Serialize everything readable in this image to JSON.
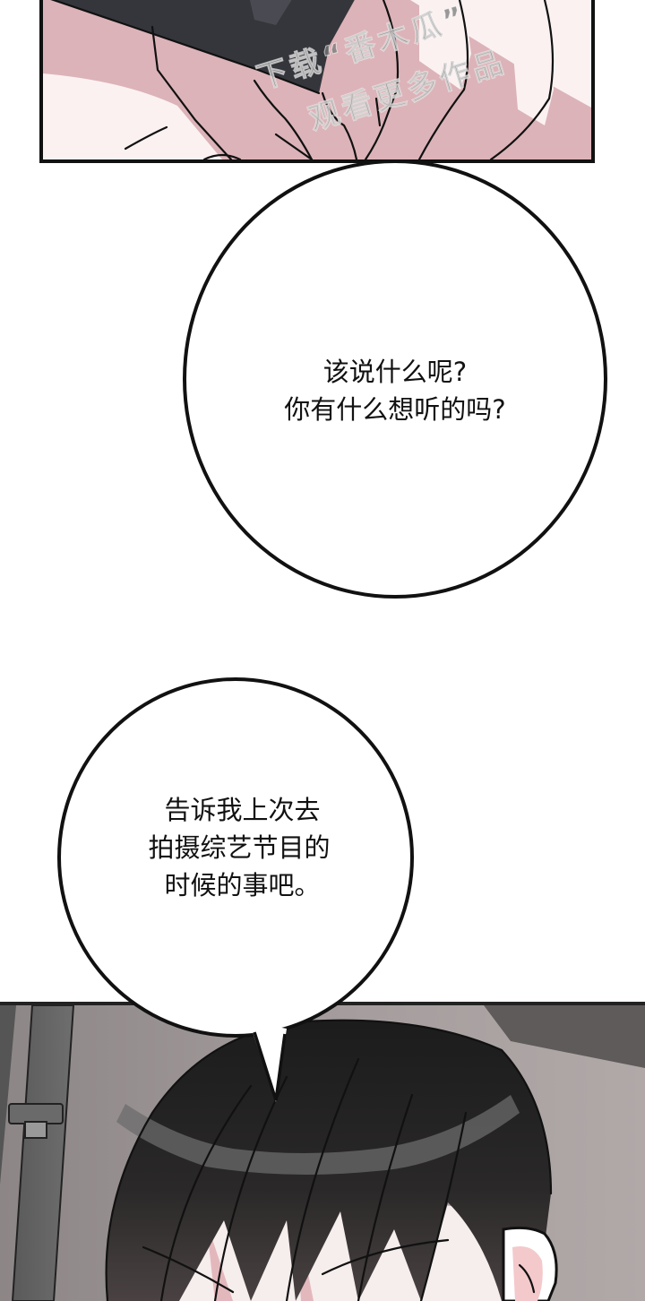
{
  "comic": {
    "panels": [
      {
        "id": "top-panel",
        "description": "pink-toned close-up of hands holding a dark phone",
        "watermark": {
          "line_1": "下载“番木瓜”",
          "line_2": "观看更多作品"
        },
        "colors": {
          "skin_light": "#fbf1f1",
          "skin_shadow": "#dcb3b8",
          "phone": "#35363c",
          "border": "#111111"
        }
      },
      {
        "id": "bottom-panel",
        "description": "grayscale close-up of dark-haired character with seatbelt visible",
        "colors": {
          "hair": "#1f1f1f",
          "background": "#8a8282",
          "ear_skin": "#f3c9cb",
          "border": "#222222"
        }
      }
    ],
    "bubbles": [
      {
        "id": "bubble-1",
        "lines": [
          "该说什么呢?",
          "你有什么想听的吗?"
        ]
      },
      {
        "id": "bubble-2",
        "lines": [
          "告诉我上次去",
          "拍摄综艺节目的",
          "时候的事吧。"
        ]
      }
    ]
  }
}
